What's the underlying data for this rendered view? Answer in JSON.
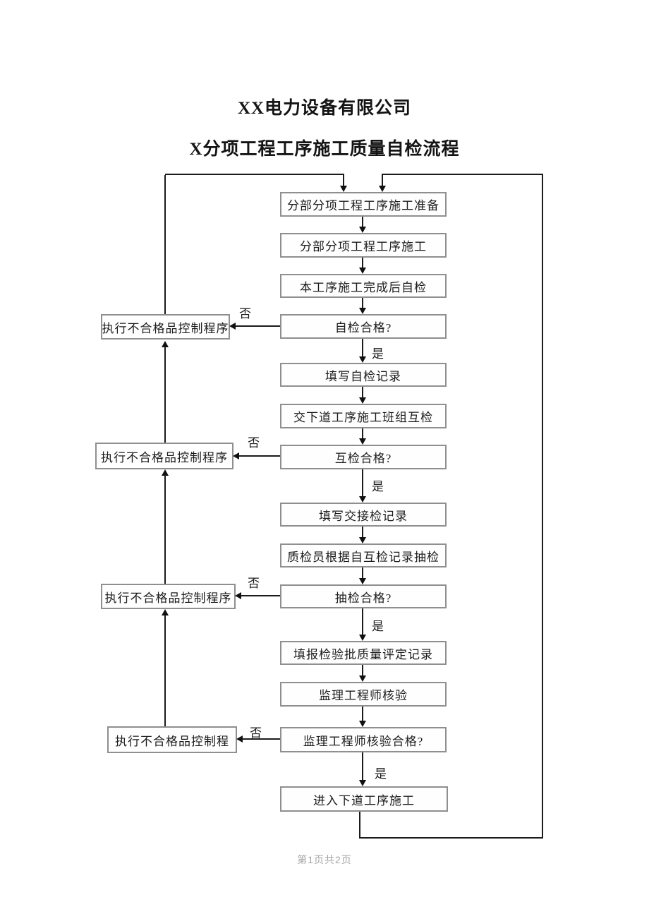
{
  "document": {
    "company_title": "XX电力设备有限公司",
    "flow_title": "X分项工程工序施工质量自检流程",
    "footer": "第1页共2页"
  },
  "flow": {
    "no_label": "否",
    "yes_label": "是",
    "steps": [
      {
        "label": "分部分项工程工序施工准备"
      },
      {
        "label": "分部分项工程工序施工"
      },
      {
        "label": "本工序施工完成后自检"
      },
      {
        "label": "自检合格?",
        "decision": true
      },
      {
        "label": "填写自检记录"
      },
      {
        "label": "交下道工序施工班组互检"
      },
      {
        "label": "互检合格?",
        "decision": true
      },
      {
        "label": "填写交接检记录"
      },
      {
        "label": "质检员根据自互检记录抽检"
      },
      {
        "label": "抽检合格?",
        "decision": true
      },
      {
        "label": "填报检验批质量评定记录"
      },
      {
        "label": "监理工程师核验"
      },
      {
        "label": "监理工程师核验合格?",
        "decision": true
      },
      {
        "label": "进入下道工序施工"
      }
    ],
    "rejection_steps": [
      {
        "label": "执行不合格品控制程序"
      },
      {
        "label": "执行不合格品控制程序"
      },
      {
        "label": "执行不合格品控制程序"
      },
      {
        "label": "执行不合格品控制程"
      }
    ],
    "colors": {
      "box_border": "#8f8f8f",
      "line": "#1b1b1b",
      "text": "#1c1c1c",
      "footer_text": "#a6a6a6"
    }
  }
}
